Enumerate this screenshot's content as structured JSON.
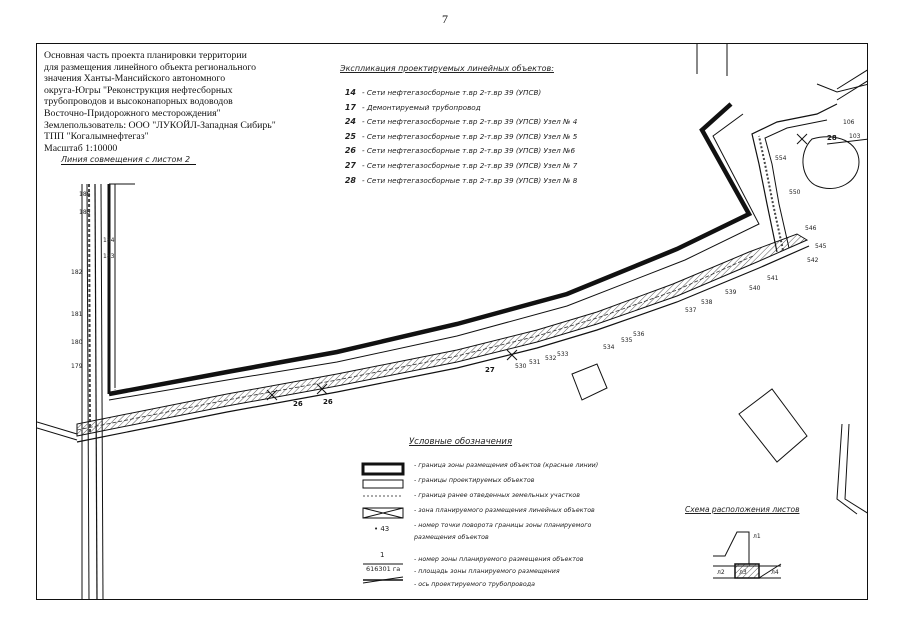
{
  "page_number": "7",
  "title_block": {
    "lines": [
      "Основная часть проекта планировки территории",
      "для размещения линейного объекта регионального",
      "значения Ханты-Мансийского автономного",
      "округа-Югры \"Реконструкция нефтесборных",
      "трубопроводов и высоконапорных водоводов",
      "Восточно-Придорожного месторождения\"",
      "Землепользователь: ООО \"ЛУКОЙЛ-Западная Сибирь\"",
      "ТПП \"Когалымнефтегаз\""
    ],
    "scale": "Масштаб 1:10000"
  },
  "match_line": "Линия совмещения с листом 2",
  "explication": {
    "title": "Экспликация проектируемых линейных объектов:",
    "items": [
      {
        "num": "14",
        "text": "- Сети нефтегазосборные т.вр 2-т.вр 39 (УПСВ)"
      },
      {
        "num": "17",
        "text": "- Демонтируемый трубопровод"
      },
      {
        "num": "24",
        "text": "- Сети нефтегазосборные т.вр 2-т.вр 39 (УПСВ) Узел № 4"
      },
      {
        "num": "25",
        "text": "- Сети нефтегазосборные т.вр 2-т.вр 39 (УПСВ) Узел № 5"
      },
      {
        "num": "26",
        "text": "- Сети нефтегазосборные т.вр 2-т.вр 39 (УПСВ) Узел №6"
      },
      {
        "num": "27",
        "text": "- Сети нефтегазосборные т.вр 2-т.вр 39 (УПСВ) Узел № 7"
      },
      {
        "num": "28",
        "text": "- Сети нефтегазосборные т.вр 2-т.вр 39 (УПСВ) Узел № 8"
      }
    ]
  },
  "legend": {
    "title": "Условные обозначения",
    "items": [
      {
        "symbol": "red-lines-boundary",
        "text": "- граница зоны размещения объектов (красные линии)"
      },
      {
        "symbol": "designed-objects-boundary",
        "text": "- границы проектируемых объектов"
      },
      {
        "symbol": "allotted-land-boundary",
        "text": "- граница ранее отведенных земельных участков"
      },
      {
        "symbol": "linear-objects-zone",
        "text": "- зона планируемого размещения линейных объектов"
      },
      {
        "symbol": "turning-point",
        "symbol_label": "• 43",
        "text": "- номер точки поворота границы зоны планируемого",
        "text2": "размещения объектов"
      },
      {
        "symbol": "zone-number",
        "symbol_label_top": "1",
        "symbol_label_bottom": "616301 га",
        "text": "- номер зоны планируемого размещения объектов",
        "text2": "- площадь зоны планируемого размещения"
      },
      {
        "symbol": "pipeline-axis",
        "text": "- ось проектируемого трубопровода"
      }
    ]
  },
  "scheme": {
    "title": "Схема расположения листов",
    "labels": [
      "л1",
      "л2",
      "л3",
      "л4"
    ]
  },
  "map_labels": {
    "left_points": [
      "186",
      "185",
      "184",
      "183",
      "182",
      "181",
      "180",
      "179"
    ],
    "route_points": [
      "26",
      "26",
      "27",
      "530",
      "531",
      "532",
      "533",
      "534",
      "535",
      "536",
      "537",
      "538",
      "539",
      "540",
      "541"
    ],
    "right_points": [
      "106",
      "103",
      "28",
      "554",
      "550",
      "546",
      "545",
      "542"
    ]
  },
  "colors": {
    "ink": "#111111",
    "hatch": "#555555",
    "background": "#ffffff"
  }
}
